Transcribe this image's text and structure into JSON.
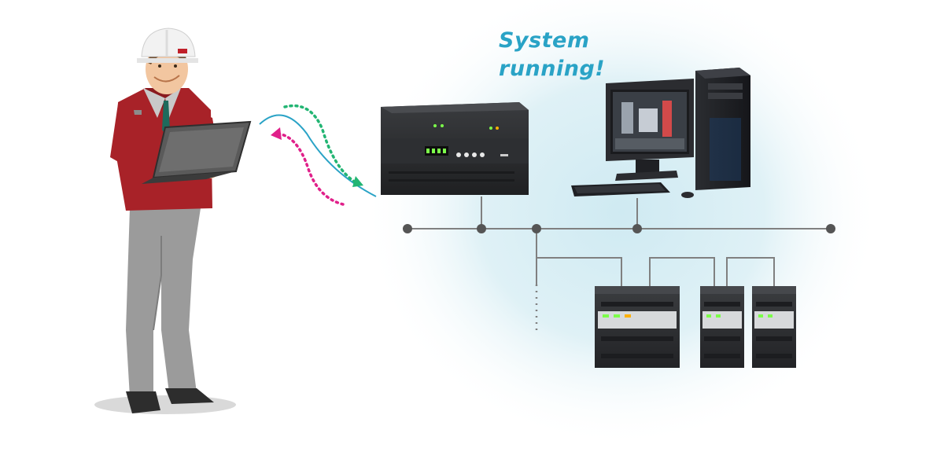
{
  "caption": {
    "line1": "System",
    "line2": "running!"
  },
  "colors": {
    "background": "#ffffff",
    "glow": "#d6eef4",
    "caption": "#2aa3c6",
    "bus_line": "#808080",
    "bus_node": "#555555",
    "arrow_green": "#22b573",
    "arrow_magenta": "#e0208a",
    "signal_line": "#2aa3c6",
    "device_body": "#2a2c2e",
    "led": "#7cff4a",
    "jacket": "#a82228",
    "trousers": "#9b9b9b",
    "helmet": "#f2f2f2"
  },
  "icons": [
    "technician-figure",
    "laptop-icon",
    "controller-device-icon",
    "desktop-computer-icon",
    "io-module-icon",
    "wireless-link-arrows-icon"
  ]
}
